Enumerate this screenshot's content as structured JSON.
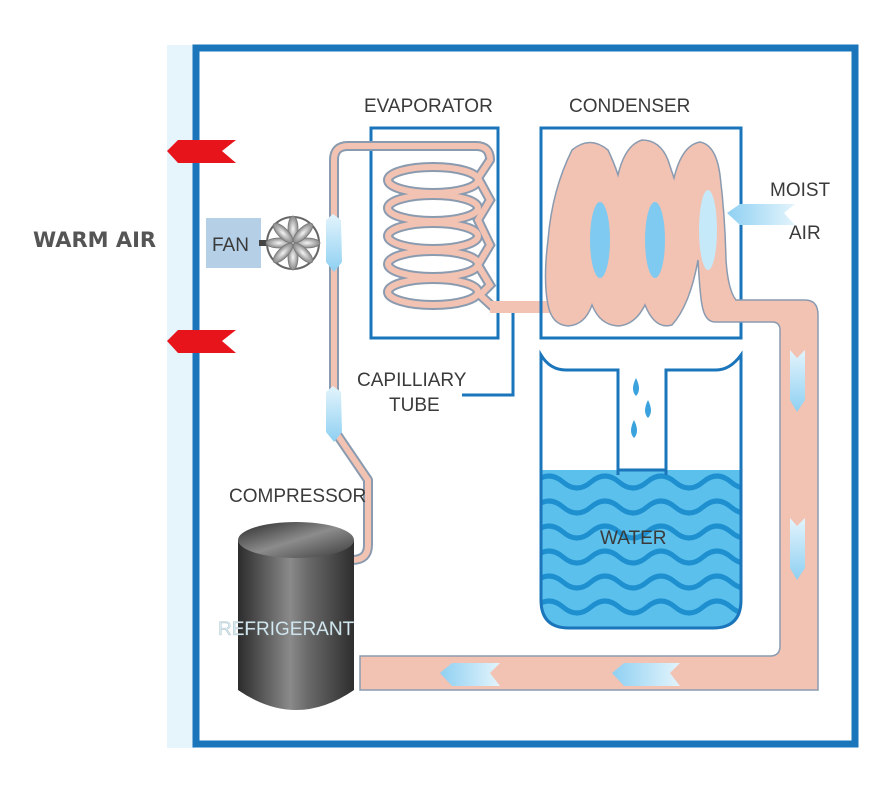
{
  "diagram": {
    "title": "Dehumidifier refrigeration cycle",
    "labels": {
      "warm_air": "WARM AIR",
      "fan": "FAN",
      "evaporator": "EVAPORATOR",
      "condenser": "CONDENSER",
      "moist": "MOIST",
      "air": "AIR",
      "capillary": "CAPILLIARY",
      "tube": "TUBE",
      "compressor": "COMPRESSOR",
      "refrigerant": "REFRIGERANT",
      "water": "WATER"
    },
    "icons": {
      "warm_air_arrows": "red-arrow-left",
      "moist_air_arrow": "light-blue-arrow-left",
      "flow_arrows": "light-blue-chevron",
      "fan": "fan-icon",
      "droplets": "water-drop-icon"
    },
    "colors": {
      "frame": "#1a75bb",
      "frame_strip": "#e6f4fc",
      "pipe_fill": "#f2c2b3",
      "pipe_stroke": "#8a9bb0",
      "water": "#5bc0ec",
      "water_wave": "#1e8fcf",
      "warm_arrow": "#e8141c",
      "cool_arrow": "#a9dcf5",
      "compressor": "#4a4a4a",
      "fan_box": "#b5cfe6"
    }
  }
}
